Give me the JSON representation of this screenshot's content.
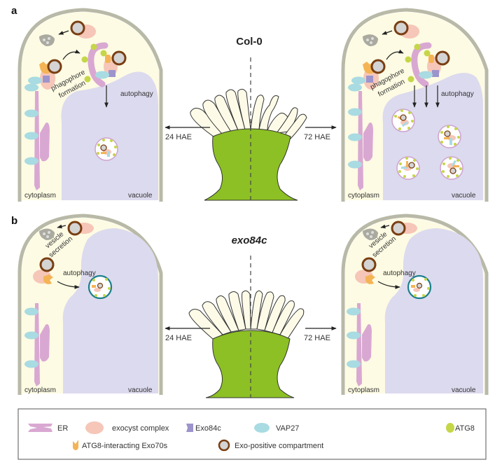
{
  "panels": [
    {
      "letter": "a",
      "genotype": "Col-0",
      "genotype_italic": false,
      "left_timepoint": "24 HAE",
      "right_timepoint": "72 HAE",
      "left_cell": {
        "labels": {
          "process": "phagophore formation",
          "process_line1": "phagophore",
          "process_line2": "formation",
          "autophagy": "autophagy",
          "cytoplasm": "cytoplasm",
          "vacuole": "vacuole"
        },
        "autophagic_bodies": 1
      },
      "right_cell": {
        "labels": {
          "process_line1": "phagophore",
          "process_line2": "formation",
          "autophagy": "autophagy",
          "cytoplasm": "cytoplasm",
          "vacuole": "vacuole"
        },
        "autophagic_bodies": 4
      }
    },
    {
      "letter": "b",
      "genotype": "exo84c",
      "genotype_italic": true,
      "left_timepoint": "24 HAE",
      "right_timepoint": "72 HAE",
      "left_cell": {
        "labels": {
          "process_line1": "vesicle",
          "process_line2": "secretion",
          "autophagy": "autophagy",
          "cytoplasm": "cytoplasm",
          "vacuole": "vacuole"
        },
        "autophagic_bodies": 1
      },
      "right_cell": {
        "labels": {
          "process_line1": "vesicle",
          "process_line2": "secretion",
          "autophagy": "autophagy",
          "cytoplasm": "cytoplasm",
          "vacuole": "vacuole"
        },
        "autophagic_bodies": 1
      }
    }
  ],
  "legend": {
    "items": [
      {
        "key": "er",
        "label": "ER",
        "icon": "er-icon",
        "color": "#d9a8d2"
      },
      {
        "key": "exocyst",
        "label": "exocyst complex",
        "icon": "exocyst-complex-icon",
        "color": "#f6c6b8"
      },
      {
        "key": "exo84c",
        "label": "Exo84c",
        "icon": "exo84c-icon",
        "color": "#9d94cc"
      },
      {
        "key": "vap27",
        "label": "VAP27",
        "icon": "vap27-icon",
        "color": "#a9dbe2"
      },
      {
        "key": "atg8",
        "label": "ATG8",
        "icon": "atg8-icon",
        "color": "#c5d648"
      },
      {
        "key": "exo70",
        "label": "ATG8-interacting Exo70s",
        "icon": "exo70-icon",
        "color": "#f4b456"
      },
      {
        "key": "exo_compartment",
        "label": "Exo-positive compartment",
        "icon": "exo-positive-compartment-icon",
        "color": "#7a3e12"
      }
    ]
  },
  "colors": {
    "cell_wall": "#b9b9a8",
    "cytoplasm": "#fdfbe3",
    "vacuole": "#dcdaee",
    "stigma": "#8cc024",
    "papilla": "#fdfbe8",
    "autophagosome_wt": "#cfa2cf",
    "autophagosome_mut": "#1b7f8c",
    "compartment_fill": "#d4d4d4",
    "compartment_ring": "#7a3e12"
  }
}
